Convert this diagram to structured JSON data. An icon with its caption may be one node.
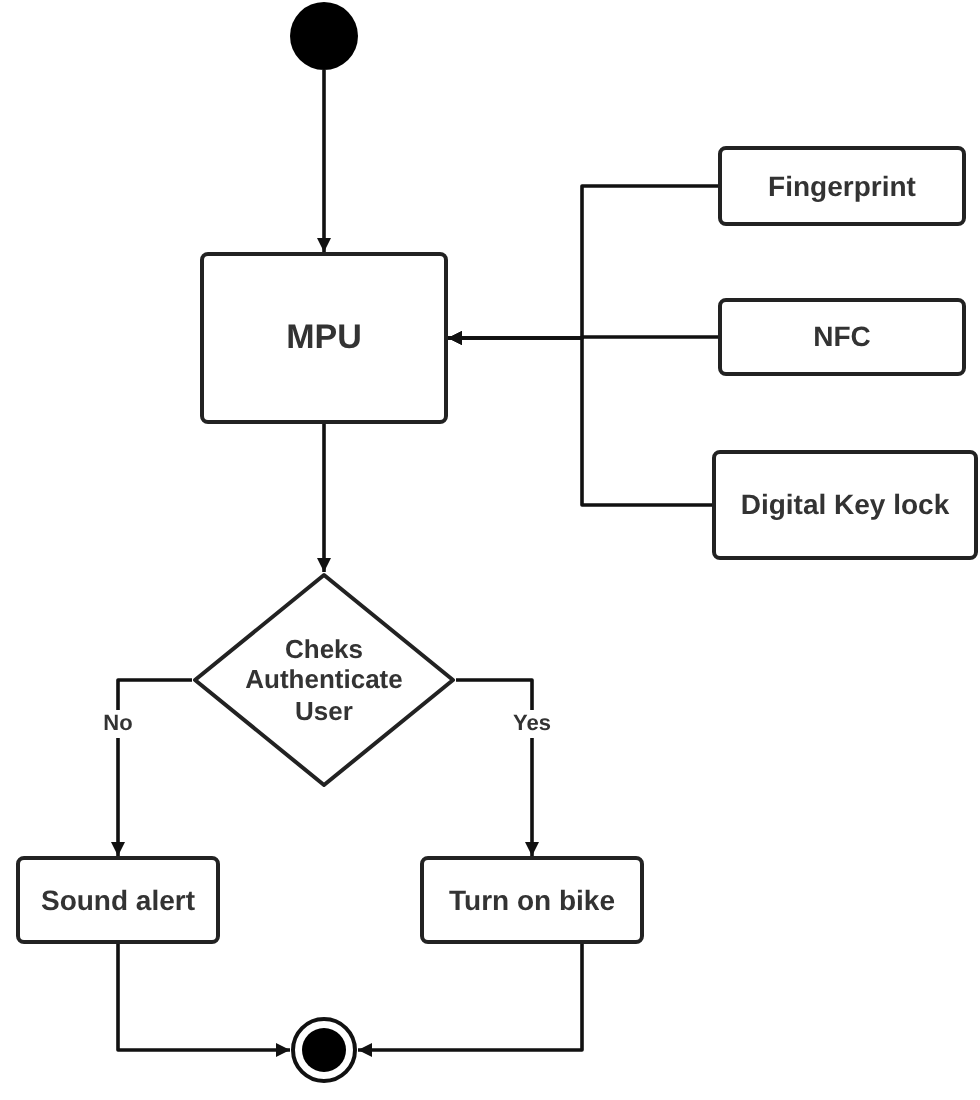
{
  "diagram": {
    "nodes": [
      {
        "text": [],
        "shape": "circle"
      },
      {
        "text": [
          "MPU"
        ]
      },
      {
        "text": [
          "Fingerprint"
        ]
      },
      {
        "text": [
          "NFC"
        ]
      },
      {
        "text": [
          "Digital Key lock"
        ]
      },
      {
        "text": [
          "Cheks Authenticate User"
        ]
      },
      {
        "text": [
          "Sound alert"
        ]
      },
      {
        "text": [
          "Turn on bike"
        ]
      },
      {
        "text": [],
        "shape": "circle"
      }
    ],
    "edges": [
      {
        "from": 0,
        "to": 1,
        "arrow": "to"
      },
      {
        "from": 2,
        "to": 1,
        "arrow": "to"
      },
      {
        "from": 3,
        "to": 1,
        "arrow": "to"
      },
      {
        "from": 4,
        "to": 1,
        "arrow": "to"
      },
      {
        "from": 1,
        "to": 5,
        "arrow": "to"
      },
      {
        "from": 5,
        "to": 6,
        "arrow": "to",
        "label": "No"
      },
      {
        "from": 5,
        "to": 7,
        "arrow": "to",
        "label": "Yes"
      },
      {
        "from": 6,
        "to": 8,
        "arrow": "to"
      },
      {
        "from": 7,
        "to": 8,
        "arrow": "to"
      }
    ]
  }
}
